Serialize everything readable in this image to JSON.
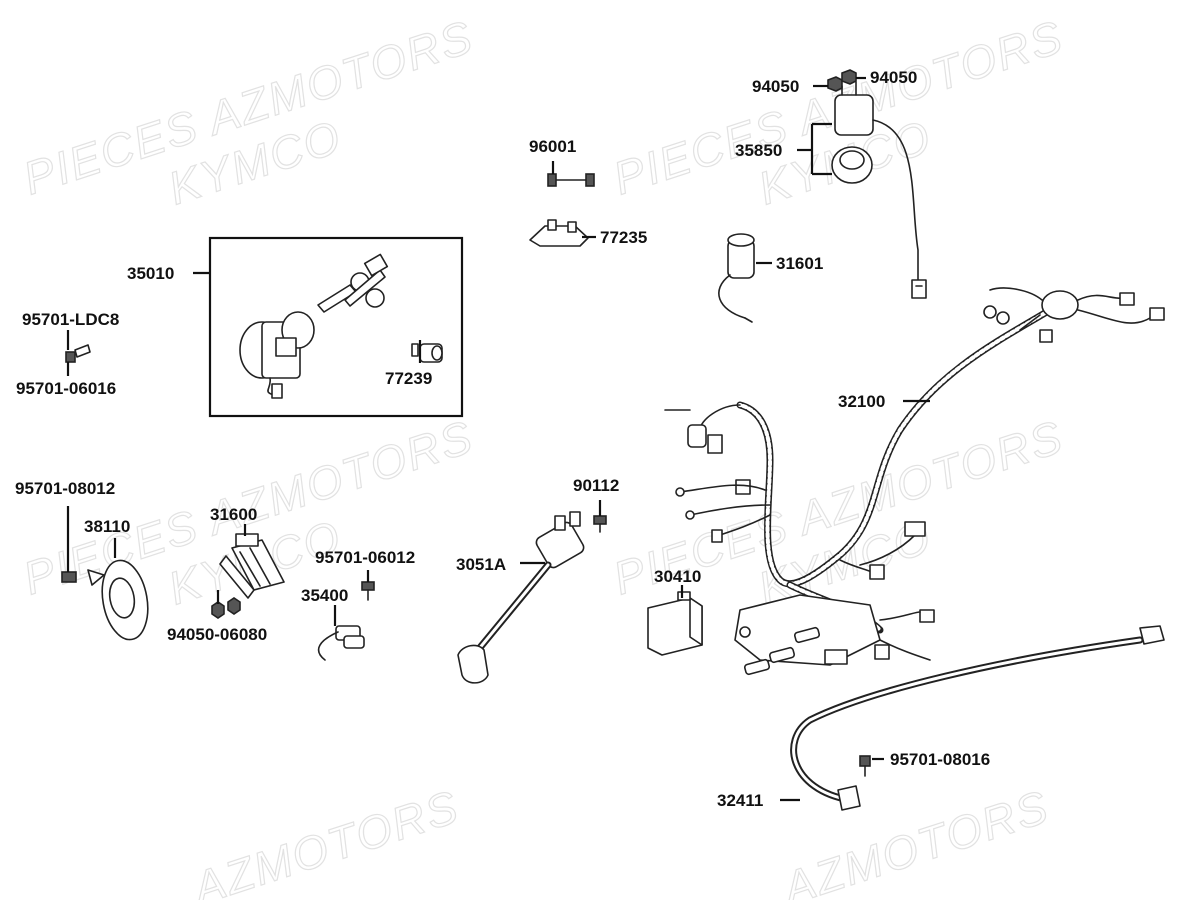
{
  "watermark": {
    "line1": "PIECES AZMOTORS",
    "line2": "KYMCO",
    "line3": "AZMOTORS",
    "color": "#e2e2e2"
  },
  "labels": {
    "p94050a": "94050",
    "p94050b": "94050",
    "p35850": "35850",
    "p96001": "96001",
    "p77235": "77235",
    "p31601": "31601",
    "p35010": "35010",
    "p95701_ldc8": "95701-LDC8",
    "p95701_06016": "95701-06016",
    "p77239": "77239",
    "p32100": "32100",
    "p95701_08012": "95701-08012",
    "p38110": "38110",
    "p31600": "31600",
    "p95701_06012": "95701-06012",
    "p90112": "90112",
    "p3051a": "3051A",
    "p35400": "35400",
    "p30410": "30410",
    "p94050_06080": "94050-06080",
    "p95701_08016": "95701-08016",
    "p32411": "32411"
  }
}
